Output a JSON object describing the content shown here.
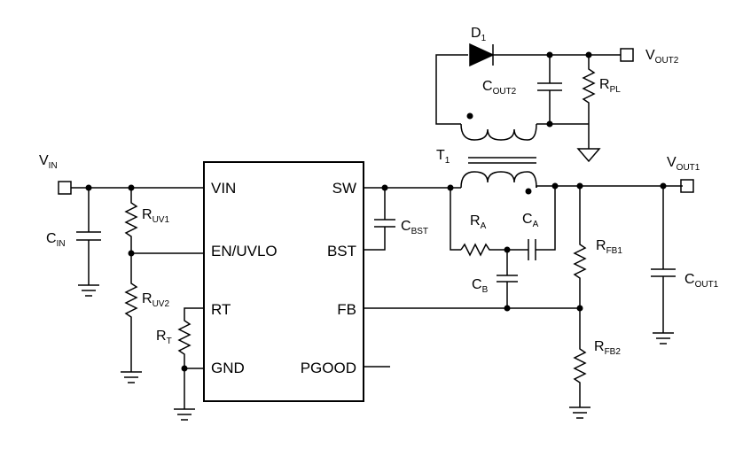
{
  "ic": {
    "pins_left": [
      "VIN",
      "EN/UVLO",
      "RT",
      "GND"
    ],
    "pins_right": [
      "SW",
      "BST",
      "FB",
      "PGOOD"
    ]
  },
  "labels": {
    "vin": {
      "main": "V",
      "sub": "IN"
    },
    "cin": {
      "main": "C",
      "sub": "IN"
    },
    "ruv1": {
      "main": "R",
      "sub": "UV1"
    },
    "ruv2": {
      "main": "R",
      "sub": "UV2"
    },
    "rt": {
      "main": "R",
      "sub": "T"
    },
    "cbst": {
      "main": "C",
      "sub": "BST"
    },
    "t1": {
      "main": "T",
      "sub": "1"
    },
    "d1": {
      "main": "D",
      "sub": "1"
    },
    "vout2": {
      "main": "V",
      "sub": "OUT2"
    },
    "cout2": {
      "main": "C",
      "sub": "OUT2"
    },
    "rpl": {
      "main": "R",
      "sub": "PL"
    },
    "ra": {
      "main": "R",
      "sub": "A"
    },
    "ca": {
      "main": "C",
      "sub": "A"
    },
    "cb": {
      "main": "C",
      "sub": "B"
    },
    "rfb1": {
      "main": "R",
      "sub": "FB1"
    },
    "rfb2": {
      "main": "R",
      "sub": "FB2"
    },
    "vout1": {
      "main": "V",
      "sub": "OUT1"
    },
    "cout1": {
      "main": "C",
      "sub": "OUT1"
    }
  }
}
